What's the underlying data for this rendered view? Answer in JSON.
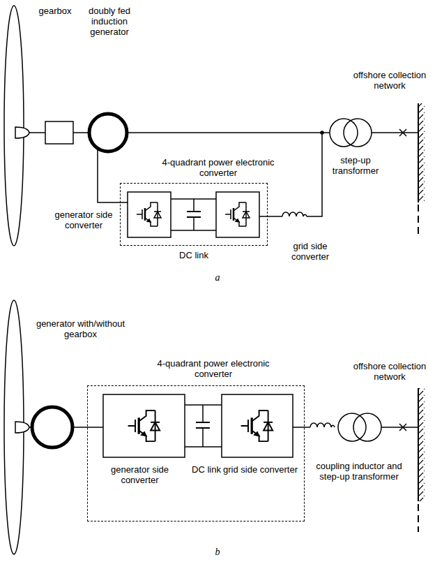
{
  "diagram": {
    "nodes": [
      {
        "text": [
          "4-quadrant power electronic converter"
        ]
      },
      {
        "text": [
          "4-quadrant power electronic converter",
          "generator side converter",
          "DC link",
          "grid side converter"
        ]
      }
    ],
    "labels": [
      "gearbox",
      "doubly fed induction generator",
      "offshore collection network",
      "generator side converter",
      "grid side converter",
      "step-up transformer",
      "DC link",
      "a",
      "generator with/without gearbox",
      "offshore collection network",
      "coupling inductor and step-up transformer",
      "b"
    ]
  }
}
